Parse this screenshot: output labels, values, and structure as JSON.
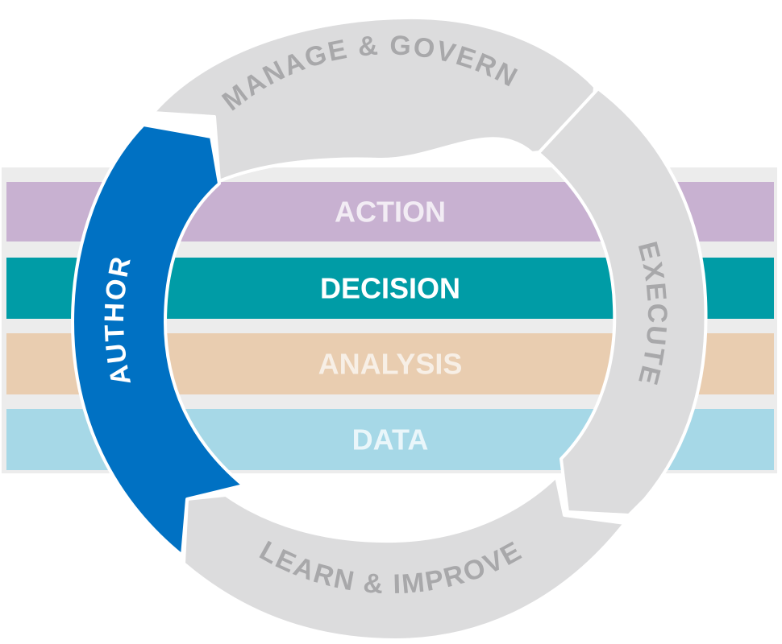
{
  "diagram": {
    "bands": [
      {
        "label": "ACTION",
        "fill": "#c8b1d1",
        "text_color": "#f2ecf4"
      },
      {
        "label": "DECISION",
        "fill": "#009ca6",
        "text_color": "#ffffff"
      },
      {
        "label": "ANALYSIS",
        "fill": "#e9cdb0",
        "text_color": "#f7efe6"
      },
      {
        "label": "DATA",
        "fill": "#a6d8e7",
        "text_color": "#eaf6fa"
      }
    ],
    "cycle": {
      "manage": {
        "label": "MANAGE  & GOVERN"
      },
      "execute": {
        "label": "EXECUTE"
      },
      "learn": {
        "label": "LEARN & IMPROVE"
      },
      "author": {
        "label": "AUTHOR"
      }
    },
    "colors": {
      "arc_gray": "#dcdcdd",
      "arc_text_gray": "#a8a8aa",
      "author_blue": "#0071c3",
      "author_text": "#ffffff",
      "band_frame": "#ececec"
    }
  }
}
